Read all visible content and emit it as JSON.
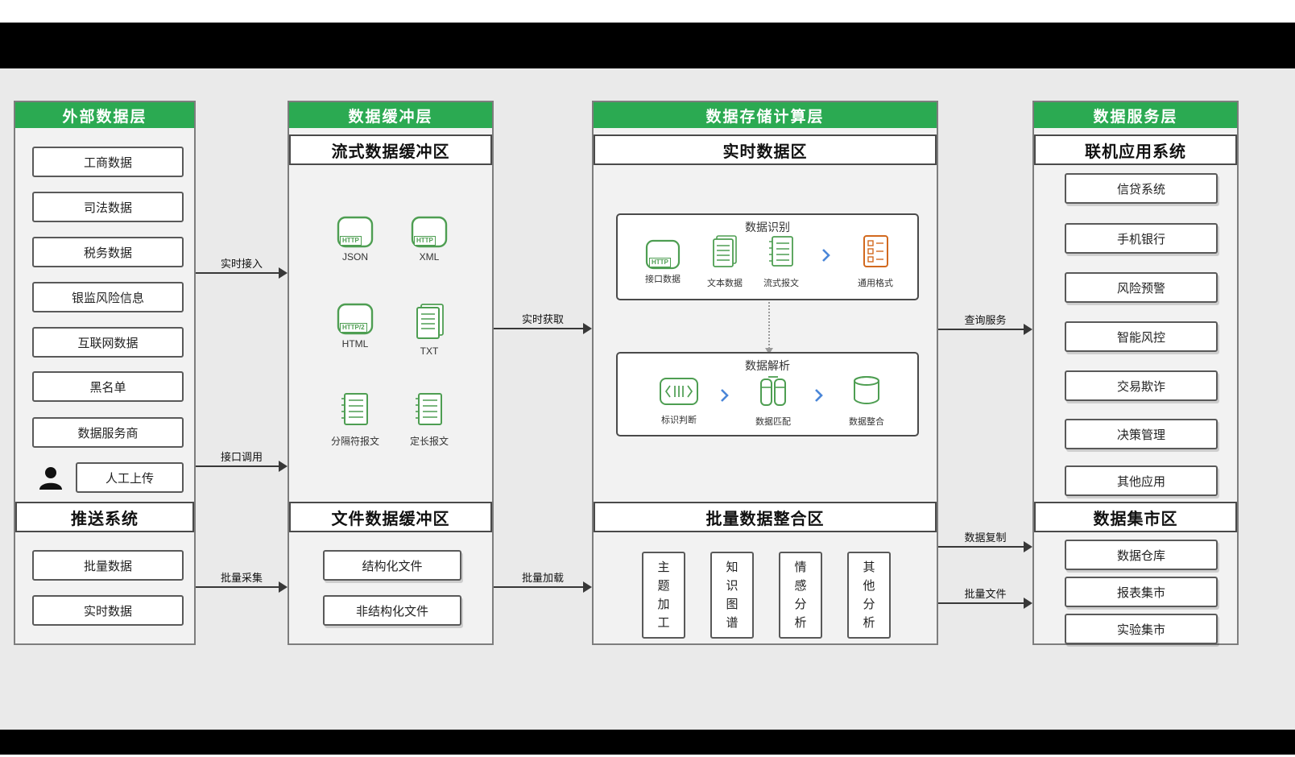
{
  "colors": {
    "header_green": "#2BAA52",
    "icon_green": "#4E9E52",
    "icon_orange": "#D2691E",
    "chevron_blue": "#4A86D8",
    "background_gray": "#EAEAEA"
  },
  "layers": {
    "external": {
      "title": "外部数据层",
      "items": [
        "工商数据",
        "司法数据",
        "税务数据",
        "银监风险信息",
        "互联网数据",
        "黑名单",
        "数据服务商"
      ],
      "manual_upload": "人工上传",
      "push": {
        "title": "推送系统",
        "items": [
          "批量数据",
          "实时数据"
        ]
      }
    },
    "buffer": {
      "title": "数据缓冲层",
      "stream": {
        "title": "流式数据缓冲区",
        "icons": [
          {
            "label": "JSON",
            "badge": "HTTP"
          },
          {
            "label": "XML",
            "badge": "HTTP"
          },
          {
            "label": "HTML",
            "badge": "HTTP/2"
          },
          {
            "label": "TXT"
          },
          {
            "label": "分隔符报文"
          },
          {
            "label": "定长报文"
          }
        ]
      },
      "file": {
        "title": "文件数据缓冲区",
        "items": [
          "结构化文件",
          "非结构化文件"
        ]
      }
    },
    "storage": {
      "title": "数据存储计算层",
      "realtime": {
        "title": "实时数据区",
        "recognition": {
          "title": "数据识别",
          "items": [
            {
              "label": "接口数据",
              "badge": "HTTP"
            },
            {
              "label": "文本数据"
            },
            {
              "label": "流式报文"
            },
            {
              "label": "通用格式"
            }
          ]
        },
        "parsing": {
          "title": "数据解析",
          "items": [
            {
              "label": "标识判断"
            },
            {
              "label": "数据匹配"
            },
            {
              "label": "数据整合"
            }
          ]
        }
      },
      "batch": {
        "title": "批量数据整合区",
        "items": [
          "主题加工",
          "知识图谱",
          "情感分析",
          "其他分析"
        ]
      }
    },
    "service": {
      "title": "数据服务层",
      "online": {
        "title": "联机应用系统",
        "items": [
          "信贷系统",
          "手机银行",
          "风险预警",
          "智能风控",
          "交易欺诈",
          "决策管理",
          "其他应用"
        ]
      },
      "mart": {
        "title": "数据集市区",
        "items": [
          "数据仓库",
          "报表集市",
          "实验集市"
        ]
      }
    }
  },
  "arrows": {
    "realtime_access": "实时接入",
    "api_call": "接口调用",
    "batch_collect": "批量采集",
    "realtime_fetch": "实时获取",
    "batch_load": "批量加载",
    "query_service": "查询服务",
    "data_copy": "数据复制",
    "batch_file": "批量文件"
  }
}
